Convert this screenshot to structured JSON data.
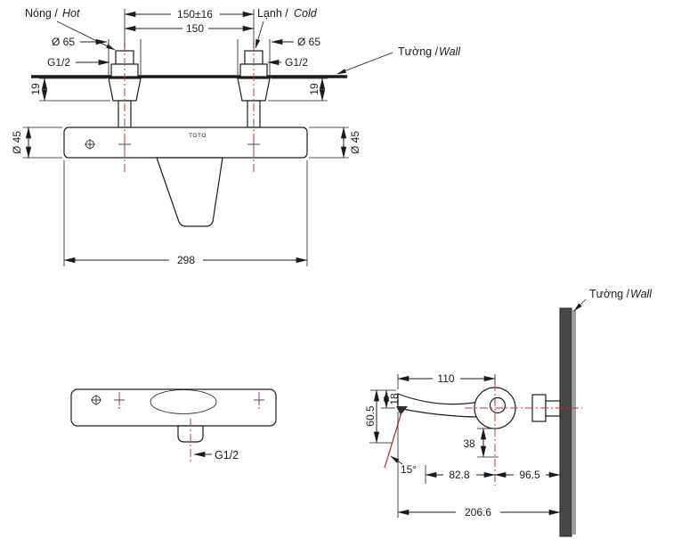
{
  "front_view": {
    "hot_label_vi": "Nóng /",
    "hot_label_en": "Hot",
    "cold_label_vi": "Lạnh /",
    "cold_label_en": "Cold",
    "wall_label_vi": "Tường /",
    "wall_label_en": "Wall",
    "dim_center_tolerance": "150±16",
    "dim_center": "150",
    "dim_escutcheon_left": "Ø 65",
    "dim_escutcheon_right": "Ø 65",
    "thread_left": "G1/2",
    "thread_right": "G1/2",
    "dim_wall_gap_left": "19",
    "dim_wall_gap_right": "19",
    "dim_body_left": "Ø 45",
    "dim_body_right": "Ø 45",
    "dim_width": "298",
    "brand": "TOTO"
  },
  "plan_view": {
    "thread": "G1/2"
  },
  "side_view": {
    "wall_label_vi": "Tường /",
    "wall_label_en": "Wall",
    "dim_reach": "110",
    "dim_tip_height": "18",
    "dim_drop": "60.5",
    "dim_below_center": "38",
    "dim_stream_offset": "82.8",
    "dim_center_to_wall": "96.5",
    "angle_stream": "15°",
    "dim_total_depth": "206.6"
  },
  "colors": {
    "line": "#1c1c1c",
    "centerline": "#d23030",
    "wall_dark": "#474747",
    "wall_light": "#9a9a9a"
  }
}
